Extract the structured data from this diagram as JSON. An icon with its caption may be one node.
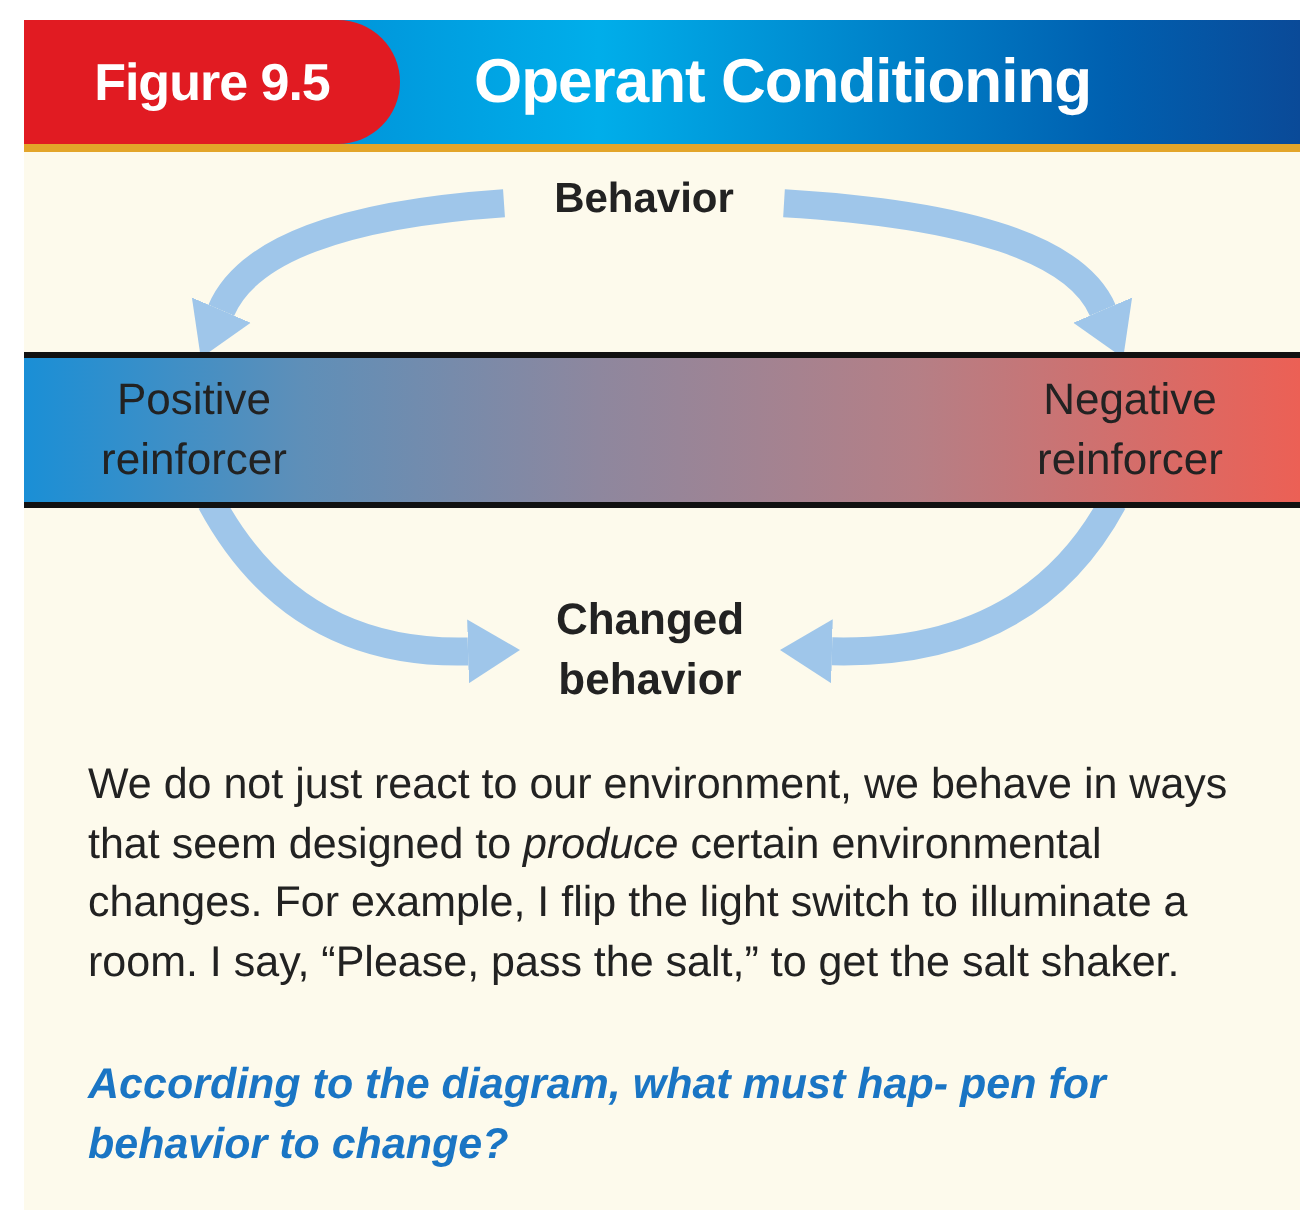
{
  "diagram": {
    "title": "Operant Conditioning",
    "caption": "We do not just react to our environment, we behave in ways that seem designed to *produce* certain environmental changes. For example, I flip the light switch to illuminate a room. I say, “Please, pass the salt,” to get the salt shaker.",
    "nodes": [
      {
        "text": [
          "Behavior"
        ]
      },
      {
        "text": [],
        "shape": "bar"
      },
      {
        "text": [
          "Positive reinforcer"
        ],
        "in": 1
      },
      {
        "text": [
          "Negative reinforcer"
        ],
        "in": 1
      },
      {
        "text": [
          "Changed behavior"
        ]
      }
    ],
    "edges": [
      {
        "from": 0,
        "to": 2,
        "arrow": "to"
      },
      {
        "from": 0,
        "to": 3,
        "arrow": "to"
      },
      {
        "from": 2,
        "to": 4,
        "arrow": "to"
      },
      {
        "from": 3,
        "to": 4,
        "arrow": "to"
      }
    ],
    "labels": [
      "Figure 9.5",
      "According to the diagram, what must hap- pen for behavior to change?"
    ]
  }
}
